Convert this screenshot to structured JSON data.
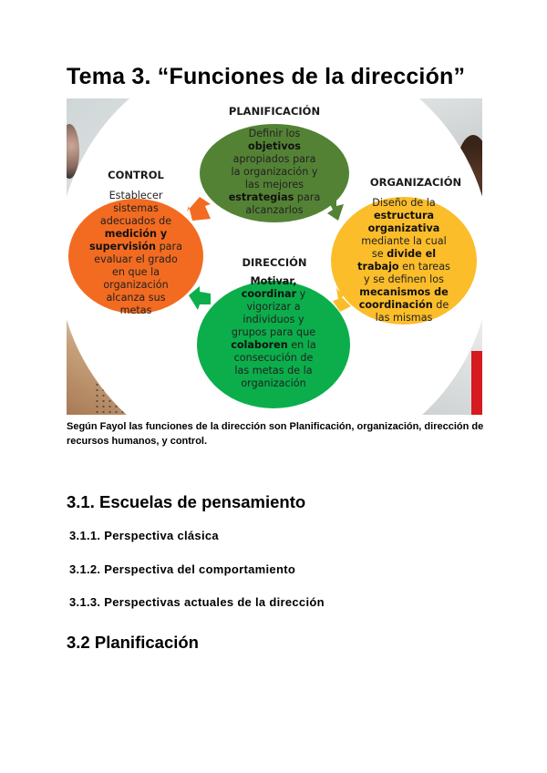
{
  "document": {
    "title": "Tema 3. “Funciones de la dirección”",
    "caption": "Según Fayol las funciones de la dirección son Planificación, organización, dirección de recursos humanos, y control.",
    "sections": [
      {
        "number_title": "3.1. Escuelas de pensamiento",
        "level": 2
      },
      {
        "number_title": "3.1.1. Perspectiva clásica",
        "level": 3
      },
      {
        "number_title": "3.1.2. Perspectiva del comportamiento",
        "level": 3
      },
      {
        "number_title": "3.1.3. Perspectivas actuales de la dirección",
        "level": 3
      },
      {
        "number_title": "3.2 Planificación",
        "level": 2
      }
    ]
  },
  "diagram": {
    "colors": {
      "planificacion": "#548235",
      "organizacion": "#FBBD2A",
      "direccion": "#0BAE4B",
      "control": "#F26B21"
    },
    "planificacion": {
      "label": "PLANIFICACIÓN",
      "lines": [
        [
          {
            "t": "Definir los",
            "b": false
          }
        ],
        [
          {
            "t": "objetivos",
            "b": true
          }
        ],
        [
          {
            "t": "apropiados para",
            "b": false
          }
        ],
        [
          {
            "t": "la organización y",
            "b": false
          }
        ],
        [
          {
            "t": "las mejores",
            "b": false
          }
        ],
        [
          {
            "t": "estrategias",
            "b": true
          },
          {
            "t": " para",
            "b": false
          }
        ],
        [
          {
            "t": "alcanzarlos",
            "b": false
          }
        ]
      ]
    },
    "organizacion": {
      "label": "ORGANIZACIÓN",
      "lines": [
        [
          {
            "t": "Diseño de  la",
            "b": false
          }
        ],
        [
          {
            "t": "estructura",
            "b": true
          }
        ],
        [
          {
            "t": "organizativa",
            "b": true
          }
        ],
        [
          {
            "t": "mediante la cual",
            "b": false
          }
        ],
        [
          {
            "t": "se ",
            "b": false
          },
          {
            "t": "divide el",
            "b": true
          }
        ],
        [
          {
            "t": "trabajo",
            "b": true
          },
          {
            "t": " en tareas",
            "b": false
          }
        ],
        [
          {
            "t": "y se definen los",
            "b": false
          }
        ],
        [
          {
            "t": "mecanismos de",
            "b": true
          }
        ],
        [
          {
            "t": "coordinación",
            "b": true
          },
          {
            "t": " de",
            "b": false
          }
        ],
        [
          {
            "t": "las mismas",
            "b": false
          }
        ]
      ]
    },
    "direccion": {
      "label": "DIRECCIÓN",
      "lines": [
        [
          {
            "t": "Motivar,",
            "b": true
          }
        ],
        [
          {
            "t": "coordinar",
            "b": true
          },
          {
            "t": " y",
            "b": false
          }
        ],
        [
          {
            "t": "vigorizar a",
            "b": false
          }
        ],
        [
          {
            "t": "individuos y",
            "b": false
          }
        ],
        [
          {
            "t": "grupos para que",
            "b": false
          }
        ],
        [
          {
            "t": "colaboren",
            "b": true
          },
          {
            "t": " en la",
            "b": false
          }
        ],
        [
          {
            "t": "consecución de",
            "b": false
          }
        ],
        [
          {
            "t": "las metas de la",
            "b": false
          }
        ],
        [
          {
            "t": "organización",
            "b": false
          }
        ]
      ]
    },
    "control": {
      "label": "CONTROL",
      "lines": [
        [
          {
            "t": "Establecer",
            "b": false
          }
        ],
        [
          {
            "t": "sistemas",
            "b": false
          }
        ],
        [
          {
            "t": "adecuados de",
            "b": false
          }
        ],
        [
          {
            "t": "medición y",
            "b": true
          }
        ],
        [
          {
            "t": "supervisión",
            "b": true
          },
          {
            "t": " para",
            "b": false
          }
        ],
        [
          {
            "t": "evaluar el grado",
            "b": false
          }
        ],
        [
          {
            "t": "en que la",
            "b": false
          }
        ],
        [
          {
            "t": "organización",
            "b": false
          }
        ],
        [
          {
            "t": "alcanza sus",
            "b": false
          }
        ],
        [
          {
            "t": "metas",
            "b": false
          }
        ]
      ]
    }
  }
}
